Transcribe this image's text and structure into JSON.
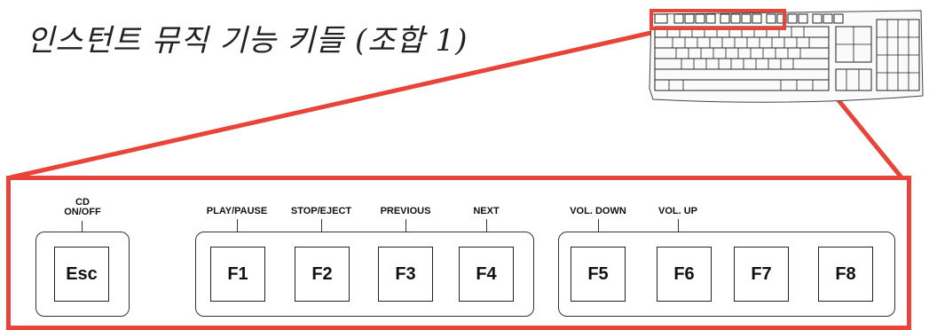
{
  "title": "인스턴트 뮤직 기능 키들 (조합 1)",
  "colors": {
    "highlight": "#e8443a"
  },
  "keys": [
    {
      "key": "Esc",
      "label_line1": "CD",
      "label_line2": "ON/OFF"
    },
    {
      "key": "F1",
      "label": "PLAY/PAUSE"
    },
    {
      "key": "F2",
      "label": "STOP/EJECT"
    },
    {
      "key": "F3",
      "label": "PREVIOUS"
    },
    {
      "key": "F4",
      "label": "NEXT"
    },
    {
      "key": "F5",
      "label": "VOL. DOWN"
    },
    {
      "key": "F6",
      "label": "VOL. UP"
    },
    {
      "key": "F7",
      "label": ""
    },
    {
      "key": "F8",
      "label": ""
    }
  ]
}
